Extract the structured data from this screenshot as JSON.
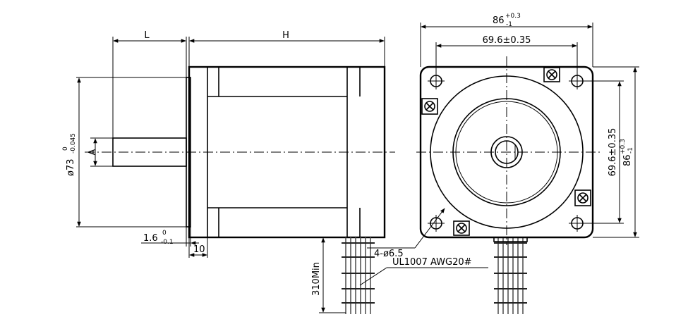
{
  "labels": {
    "L": "L",
    "H": "H",
    "A": "A",
    "diameter_main": "ø73",
    "diameter_tol_upper": "0",
    "diameter_tol_lower": "-0.045",
    "flange_thickness": "1.6",
    "flange_tol_upper": "0",
    "flange_tol_lower": "-0.1",
    "boss_length": "10",
    "cable_length": "310Min",
    "holes": "4-ø6.5",
    "wire_spec": "UL1007  AWG20#",
    "width_top": "86",
    "width_top_tol_upper": "+0.3",
    "width_top_tol_lower": "-1",
    "hole_spacing_top": "69.6±0.35",
    "hole_spacing_side": "69.6±0.35",
    "width_side": "86",
    "width_side_tol_upper": "+0.3",
    "width_side_tol_lower": "-1"
  }
}
